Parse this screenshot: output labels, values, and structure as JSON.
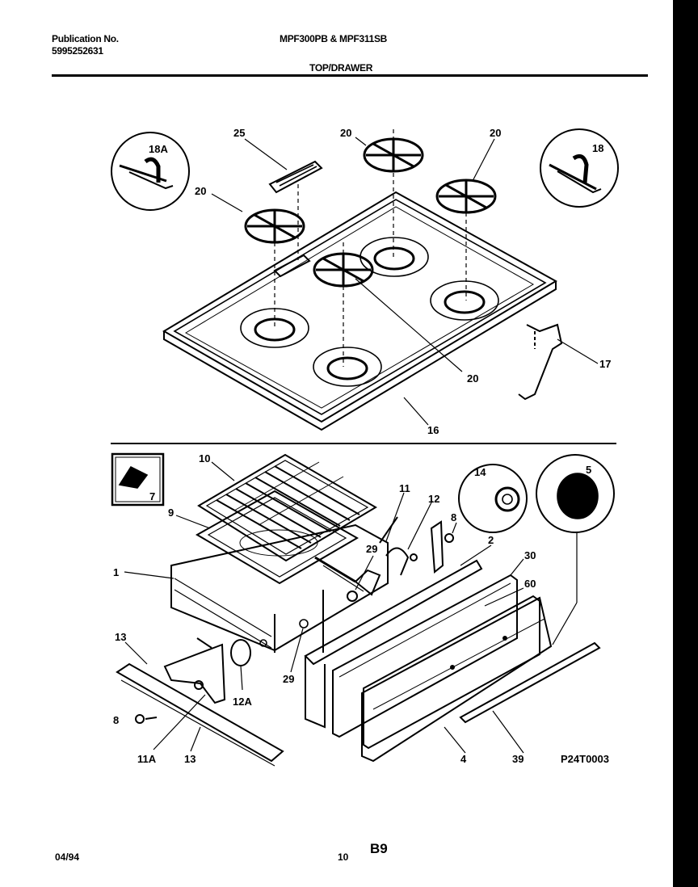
{
  "header": {
    "publication_label": "Publication No.",
    "publication_number": "5995252631",
    "models": "MPF300PB & MPF311SB",
    "section": "TOP/DRAWER"
  },
  "callouts": {
    "c18a": "18A",
    "c25": "25",
    "c20a": "20",
    "c20b": "20",
    "c20c": "20",
    "c20d": "20",
    "c18": "18",
    "c17": "17",
    "c16": "16",
    "c10": "10",
    "c9": "9",
    "c7": "7",
    "c1": "1",
    "c11": "11",
    "c12": "12",
    "c8a": "8",
    "c14": "14",
    "c5": "5",
    "c2": "2",
    "c29a": "29",
    "c30": "30",
    "c60": "60",
    "c13a": "13",
    "c29b": "29",
    "c12a": "12A",
    "c8b": "8",
    "c11a": "11A",
    "c13b": "13",
    "c4": "4",
    "c39": "39"
  },
  "figure_code": "P24T0003",
  "footer": {
    "date": "04/94",
    "page_number": "10",
    "section_code": "B9"
  }
}
